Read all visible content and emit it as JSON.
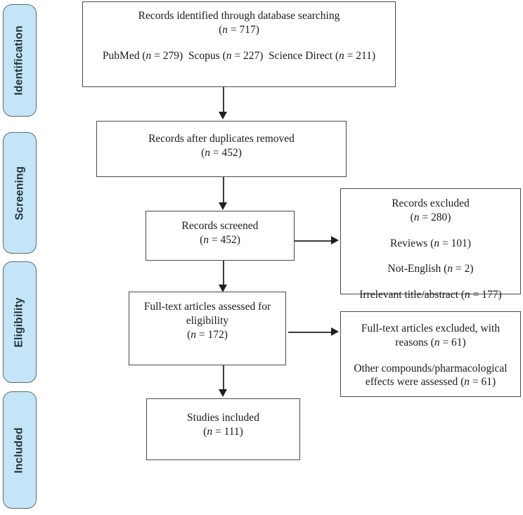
{
  "diagram": {
    "type": "prisma-flow-diagram",
    "title": "PRISMA study selection flow diagram",
    "stages": [
      {
        "id": "identification",
        "label": "Identification"
      },
      {
        "id": "screening",
        "label": "Screening"
      },
      {
        "id": "eligibility",
        "label": "Eligibility"
      },
      {
        "id": "included",
        "label": "Included"
      }
    ],
    "boxes": {
      "records_identified": {
        "line1": "Records identified through database searching",
        "line2_pre": "(",
        "line2_n": "n",
        "line2_post": " = 717)",
        "sources_pubmed_pre": "PubMed (",
        "sources_pubmed_n": "n",
        "sources_pubmed_post": " = 279)",
        "sources_scopus_pre": "Scopus (",
        "sources_scopus_n": "n",
        "sources_scopus_post": " = 227)",
        "sources_sciencedirect_pre": "Science Direct (",
        "sources_sciencedirect_n": "n",
        "sources_sciencedirect_post": " = 211)"
      },
      "records_after_duplicates": {
        "line1": "Records after duplicates removed",
        "line2_pre": "(",
        "line2_n": "n",
        "line2_post": " = 452)"
      },
      "records_screened": {
        "line1": "Records screened",
        "line2_pre": "(",
        "line2_n": "n",
        "line2_post": " = 452)"
      },
      "records_excluded": {
        "line1": "Records excluded",
        "line2_pre": "(",
        "line2_n": "n",
        "line2_post": " = 280)",
        "reason1_pre": "Reviews (",
        "reason1_n": "n",
        "reason1_post": " = 101)",
        "reason2_pre": "Not-English (",
        "reason2_n": "n",
        "reason2_post": " = 2)",
        "reason3_pre": "Irrelevant title/abstract (",
        "reason3_n": "n",
        "reason3_post": " = 177)"
      },
      "fulltext_assessed": {
        "line1": "Full-text articles assessed for",
        "line2": "eligibility",
        "line3_pre": "(",
        "line3_n": "n",
        "line3_post": " = 172)"
      },
      "fulltext_excluded": {
        "line1": "Full-text articles excluded, with",
        "line2_pre": "reasons (",
        "line2_n": "n",
        "line2_post": " = 61)",
        "reason1": "Other compounds/pharmacological",
        "reason2_pre": "effects were assessed (",
        "reason2_n": "n",
        "reason2_post": " = 61)"
      },
      "studies_included": {
        "line1": "Studies included",
        "line2_pre": "(",
        "line2_n": "n",
        "line2_post": " = 111)"
      }
    },
    "colors": {
      "stage_fill": "#c3e5f7",
      "stage_border": "#5d6a72",
      "stage_text": "#20313d",
      "box_border": "#4a4a4a",
      "connector": "#3b3b3b",
      "page_background": "#ffffff"
    }
  }
}
